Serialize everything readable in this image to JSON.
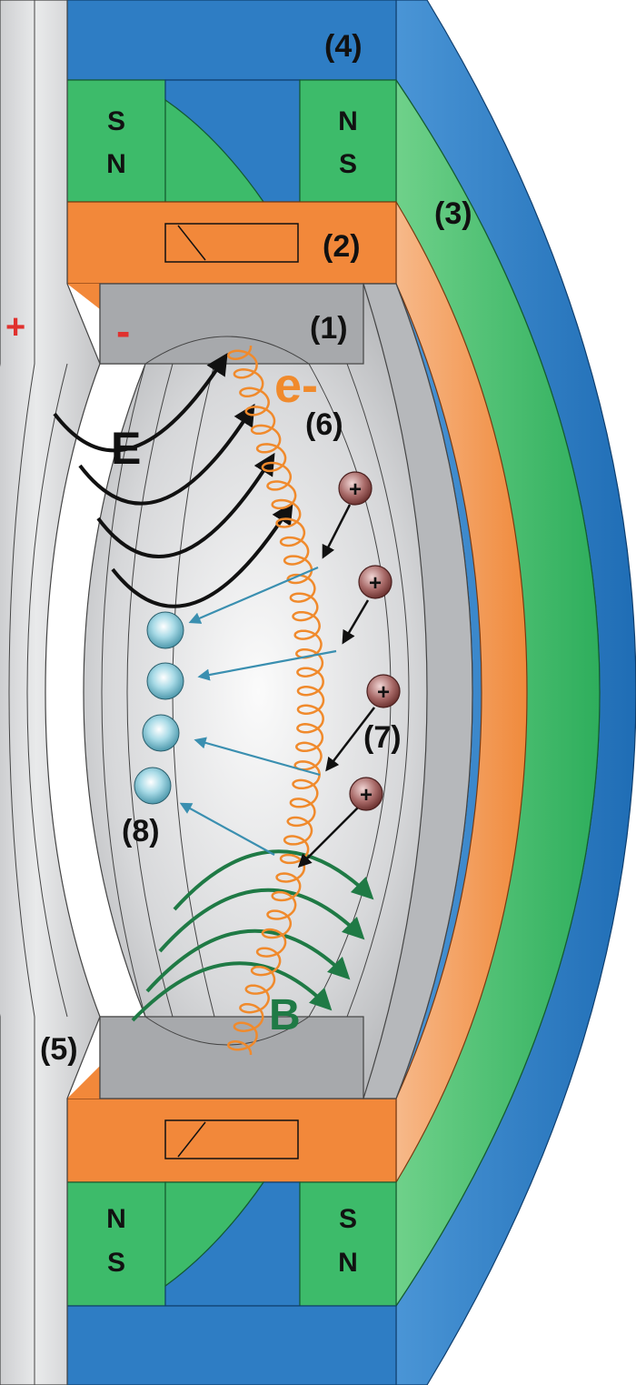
{
  "labels": {
    "anode_sign": "+",
    "cathode_sign": "-",
    "electric_field": "E",
    "magnetic_field": "B",
    "electron": "e-",
    "ion_sign": "+"
  },
  "part_numbers": {
    "target": "(1)",
    "coil_insulator": "(2)",
    "magnets": "(3)",
    "yoke": "(4)",
    "anode": "(5)",
    "electron_path": "(6)",
    "ions": "(7)",
    "sputtered_atoms": "(8)"
  },
  "magnet_poles": {
    "top_left": [
      "S",
      "N"
    ],
    "top_right": [
      "N",
      "S"
    ],
    "bottom_left": [
      "N",
      "S"
    ],
    "bottom_right": [
      "S",
      "N"
    ]
  },
  "colors": {
    "yoke_blue": "#2E7DC4",
    "magnet_green": "#3DBB6A",
    "insulator_orange": "#F2883A",
    "target_gray": "#A7A9AC",
    "anode_gray": "#D4D5D7",
    "electron_orange": "#F08A2C",
    "field_b_green": "#1F7A45",
    "ion_maroon": "#8C4A48",
    "atom_cyan": "#7FC4D6",
    "arrow_teal": "#3A8FB0",
    "sign_red": "#E0312E"
  }
}
